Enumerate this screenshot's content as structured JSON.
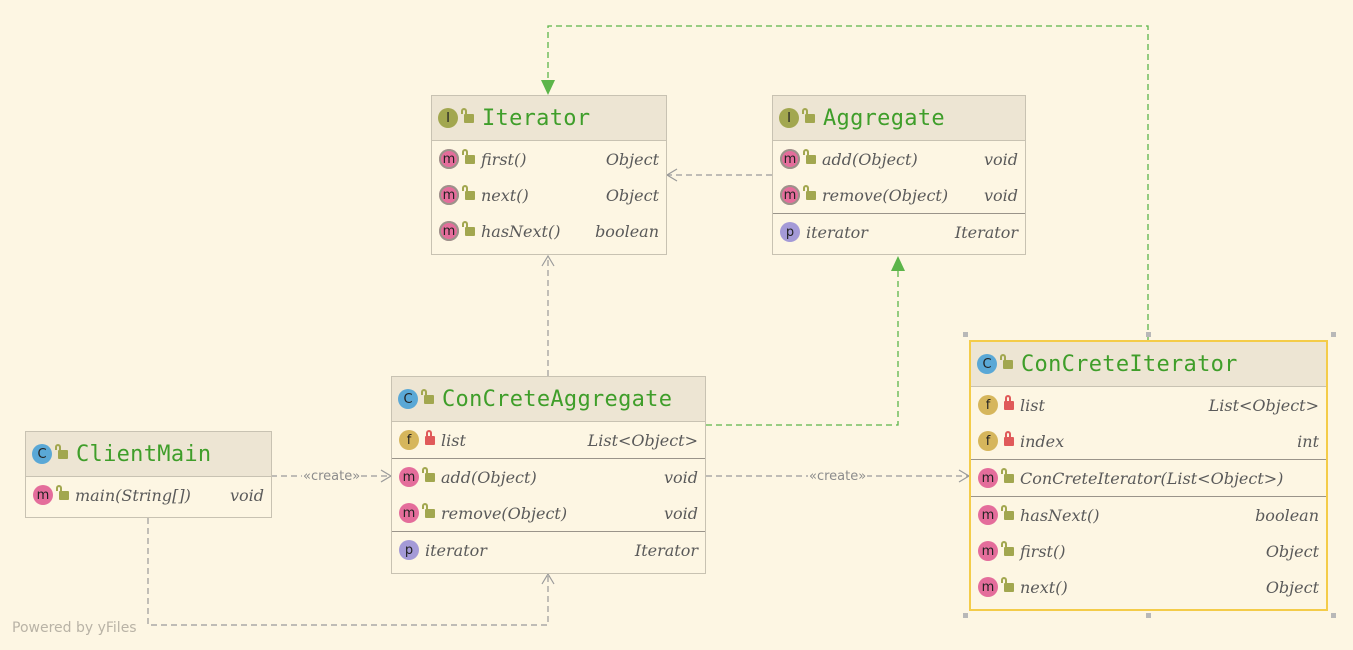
{
  "nodes": {
    "iterator": {
      "title": "Iterator",
      "kind_icon": "I",
      "rows": [
        {
          "name": "first()",
          "type": "Object"
        },
        {
          "name": "next()",
          "type": "Object"
        },
        {
          "name": "hasNext()",
          "type": "boolean"
        }
      ]
    },
    "aggregate": {
      "title": "Aggregate",
      "kind_icon": "I",
      "methods": [
        {
          "name": "add(Object)",
          "type": "void"
        },
        {
          "name": "remove(Object)",
          "type": "void"
        }
      ],
      "properties": [
        {
          "name": "iterator",
          "type": "Iterator"
        }
      ]
    },
    "concrete_aggregate": {
      "title": "ConCreteAggregate",
      "kind_icon": "C",
      "fields": [
        {
          "name": "list",
          "type": "List<Object>"
        }
      ],
      "methods": [
        {
          "name": "add(Object)",
          "type": "void"
        },
        {
          "name": "remove(Object)",
          "type": "void"
        }
      ],
      "properties": [
        {
          "name": "iterator",
          "type": "Iterator"
        }
      ]
    },
    "concrete_iterator": {
      "title": "ConCreteIterator",
      "kind_icon": "C",
      "fields": [
        {
          "name": "list",
          "type": "List<Object>"
        },
        {
          "name": "index",
          "type": "int"
        }
      ],
      "constructors": [
        {
          "name": "ConCreteIterator(List<Object>)",
          "type": ""
        }
      ],
      "methods": [
        {
          "name": "hasNext()",
          "type": "boolean"
        },
        {
          "name": "first()",
          "type": "Object"
        },
        {
          "name": "next()",
          "type": "Object"
        }
      ]
    },
    "client_main": {
      "title": "ClientMain",
      "kind_icon": "C",
      "methods": [
        {
          "name": "main(String[])",
          "type": "void"
        }
      ]
    }
  },
  "edge_labels": {
    "client_creates_aggregate": "«create»",
    "aggregate_creates_iterator": "«create»"
  },
  "badges": {
    "method": "m",
    "field": "f",
    "property": "p",
    "class": "C",
    "interface": "I"
  },
  "footer": "Powered by yFiles",
  "colors": {
    "background": "#fdf6e3",
    "title": "#3f9e2a",
    "realization_edge": "#5cb54a",
    "dependency_edge": "#9a9a9a",
    "selection": "#f4cc49"
  }
}
